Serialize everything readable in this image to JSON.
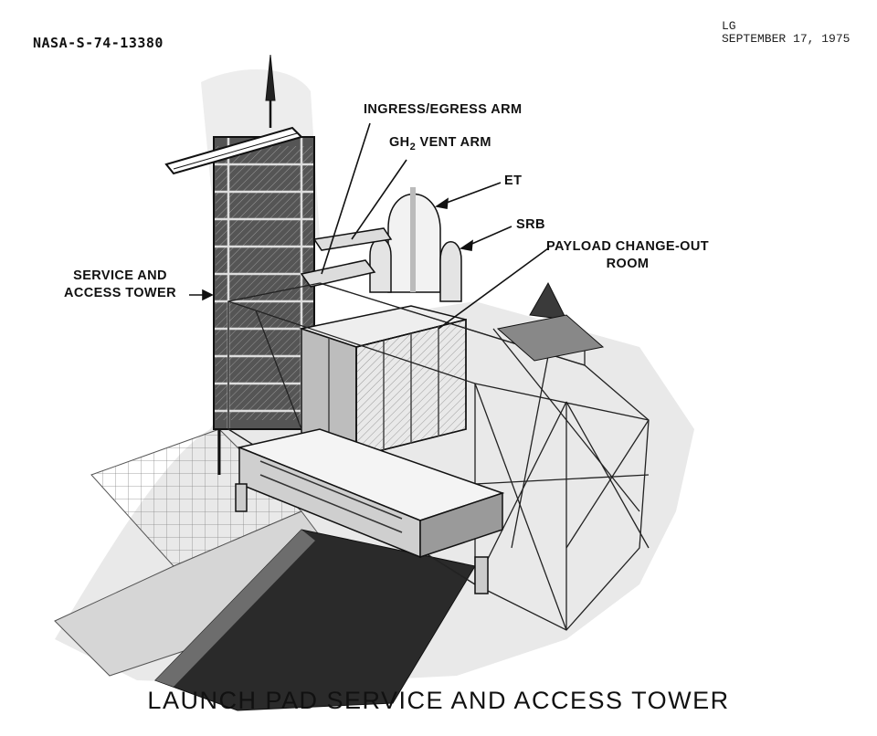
{
  "header": {
    "doc_id": "NASA-S-74-13380",
    "initials": "LG",
    "date": "SEPTEMBER 17, 1975"
  },
  "labels": {
    "ingress_egress_arm": "INGRESS/EGRESS ARM",
    "gh2_prefix": "GH",
    "gh2_subscript": "2",
    "gh2_suffix": " VENT ARM",
    "et": "ET",
    "srb": "SRB",
    "payload_line1": "PAYLOAD CHANGE-OUT",
    "payload_line2": "ROOM",
    "tower_line1": "SERVICE AND",
    "tower_line2": "ACCESS TOWER"
  },
  "caption": "LAUNCH PAD SERVICE AND ACCESS TOWER"
}
